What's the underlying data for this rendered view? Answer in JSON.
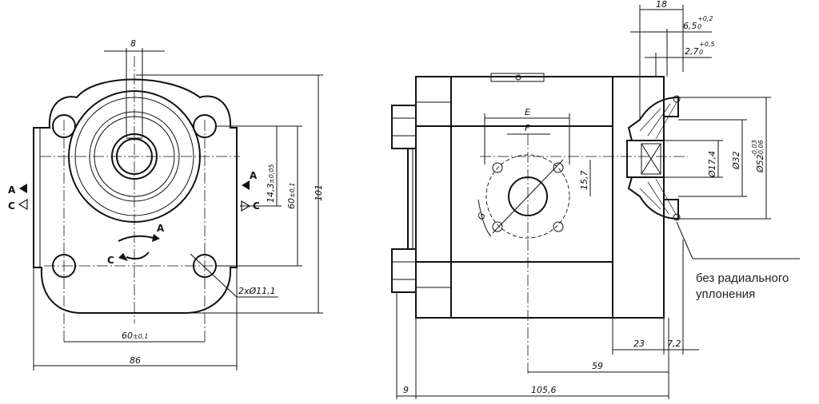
{
  "front_view": {
    "dim_shaft_width": "8",
    "dim_bolt_spacing_h": "60",
    "dim_bolt_spacing_h_tol": "±0,1",
    "dim_width": "86",
    "dim_height": "101",
    "dim_bolt_spacing_v": "60",
    "dim_bolt_spacing_v_tol": "±0,1",
    "dim_center_offset": "14,3",
    "dim_center_offset_tol": "±0,05",
    "dim_holes": "2xØ11,1",
    "rot_a": "A",
    "rot_c": "C",
    "port_left_a": "A",
    "port_left_c": "C",
    "port_right_a": "A",
    "port_right_c": "C"
  },
  "side_view": {
    "dim_18": "18",
    "dim_6_5": "6,5",
    "dim_6_5_tol_up": "+0,2",
    "dim_6_5_tol_dn": "0",
    "dim_2_7": "2,7",
    "dim_2_7_tol_up": "+0,5",
    "dim_2_7_tol_dn": "0",
    "dim_e": "E",
    "dim_f": "F",
    "dim_15_7": "15,7",
    "dim_g": "G",
    "dim_17_4": "Ø17,4",
    "dim_32": "Ø32",
    "dim_52": "Ø52",
    "dim_52_tol_up": "-0,03",
    "dim_52_tol_dn": "-0,06",
    "dim_23": "23",
    "dim_7_2": "7,2",
    "dim_59": "59",
    "dim_9": "9",
    "dim_105_6": "105,6",
    "note_line1": "без радиального",
    "note_line2": "уплонения"
  }
}
